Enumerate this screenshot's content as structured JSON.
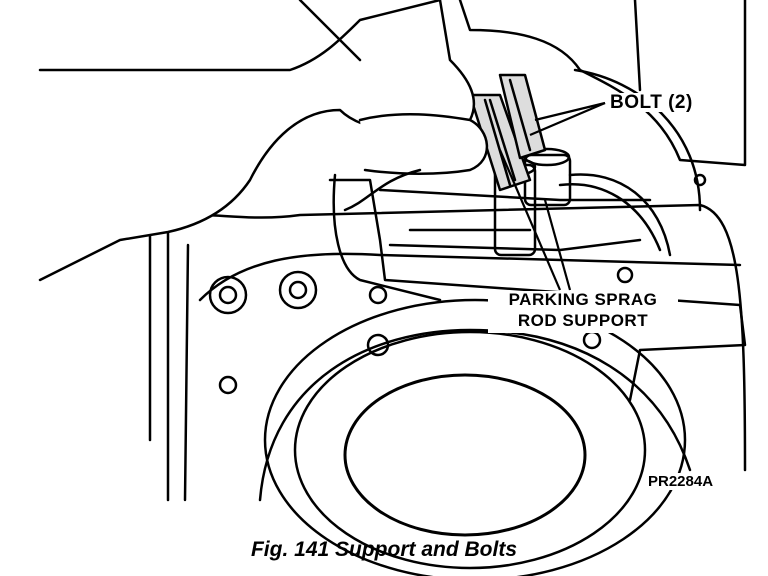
{
  "labels": {
    "bolt": "BOLT (2)",
    "sprag_line1": "PARKING SPRAG",
    "sprag_line2": "ROD SUPPORT",
    "figure_code": "PR2284A"
  },
  "caption": "Fig. 141 Support and Bolts"
}
